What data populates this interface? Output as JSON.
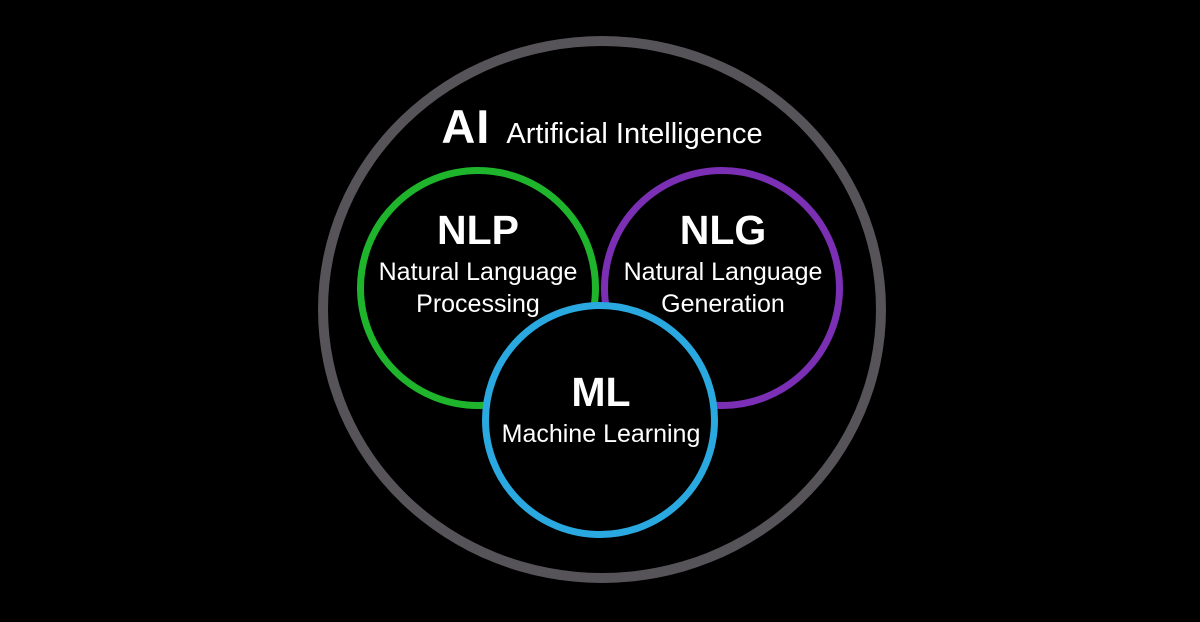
{
  "background_color": "#000000",
  "text_color": "#ffffff",
  "diagram": {
    "type": "venn-euler",
    "description_visible_text_only": true,
    "ai": {
      "abbr": "AI",
      "name": "Artificial Intelligence",
      "ring_color": "#575459"
    },
    "nlp": {
      "abbr": "NLP",
      "name_line1": "Natural Language",
      "name_line2": "Processing",
      "ring_color": "#1eb52c"
    },
    "nlg": {
      "abbr": "NLG",
      "name_line1": "Natural Language",
      "name_line2": "Generation",
      "ring_color": "#7b2fb4"
    },
    "ml": {
      "abbr": "ML",
      "name": "Machine Learning",
      "ring_color": "#2aa8e0"
    }
  }
}
